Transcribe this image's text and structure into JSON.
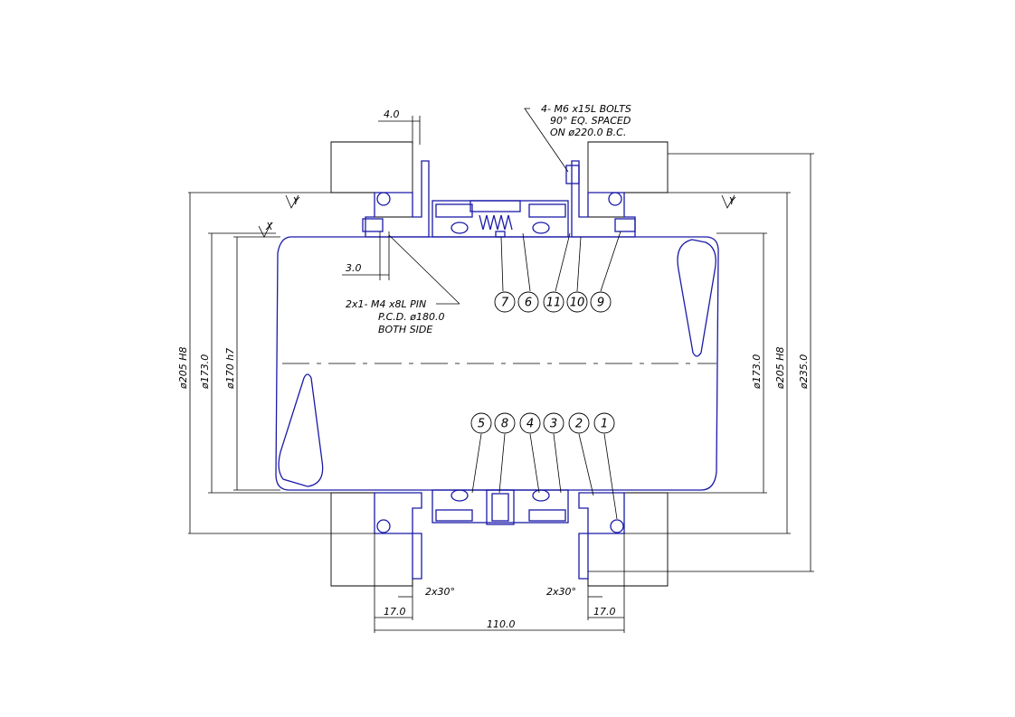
{
  "dimensions": {
    "gap_top": "4.0",
    "pin_offset": "3.0",
    "dia_205_left": "ø205 H8",
    "dia_173_left": "ø173.0",
    "dia_170_left": "ø170 h7",
    "dia_173_right": "ø173.0",
    "dia_205_right": "ø205 H8",
    "dia_235_right": "ø235.0",
    "chamfer_left": "2x30°",
    "chamfer_right": "2x30°",
    "width_left": "17.0",
    "width_right": "17.0",
    "overall_width": "110.0"
  },
  "notes": {
    "bolts_line1": "4- M6 x15L BOLTS",
    "bolts_line2": "90° EQ. SPACED",
    "bolts_line3": "ON ø220.0 B.C.",
    "pin_line1": "2x1- M4 x8L PIN",
    "pin_line2": "P.C.D. ø180.0",
    "pin_line3": "BOTH SIDE"
  },
  "surface_marks": {
    "left": "Y",
    "right": "Y",
    "shaft": "X"
  },
  "balloons_top": [
    "7",
    "6",
    "11",
    "10",
    "9"
  ],
  "balloons_bottom": [
    "5",
    "8",
    "4",
    "3",
    "2",
    "1"
  ],
  "colors": {
    "outline": "#000000",
    "parts": "#1a1aa8"
  }
}
